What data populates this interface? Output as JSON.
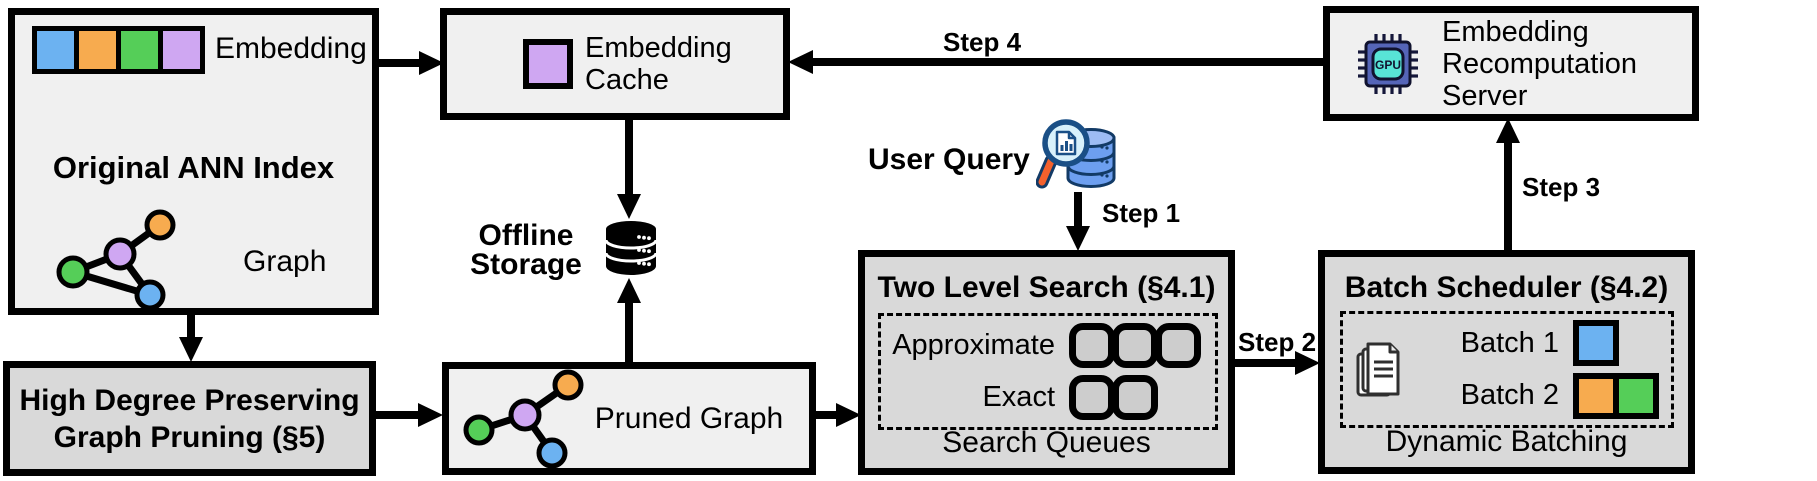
{
  "colors": {
    "blue": "#6cb2f1",
    "orange": "#f7ab4f",
    "green": "#55ce58",
    "purple": "#cfa7f2",
    "box_light": "#f0f0f0",
    "box_gray": "#d9d9d9"
  },
  "original_ann_index": {
    "embedding_label": "Embedding",
    "title": "Original ANN Index",
    "graph_label": "Graph"
  },
  "graph_pruning": {
    "line1": "High Degree Preserving",
    "line2": "Graph Pruning (§5)"
  },
  "embedding_cache": {
    "title": "Embedding Cache"
  },
  "offline_storage": {
    "line1": "Offline",
    "line2": "Storage"
  },
  "pruned_graph": {
    "label": "Pruned Graph"
  },
  "user_query": {
    "label": "User Query"
  },
  "two_level_search": {
    "title": "Two Level Search (§4.1)",
    "row_approximate": "Approximate",
    "row_exact": "Exact",
    "caption": "Search Queues"
  },
  "batch_scheduler": {
    "title": "Batch Scheduler (§4.2)",
    "batch1_label": "Batch 1",
    "batch2_label": "Batch 2",
    "caption": "Dynamic Batching"
  },
  "recomputation_server": {
    "title": "Embedding Recomputation Server",
    "gpu_label": "GPU"
  },
  "steps": {
    "step1": "Step 1",
    "step2": "Step 2",
    "step3": "Step 3",
    "step4": "Step 4"
  }
}
